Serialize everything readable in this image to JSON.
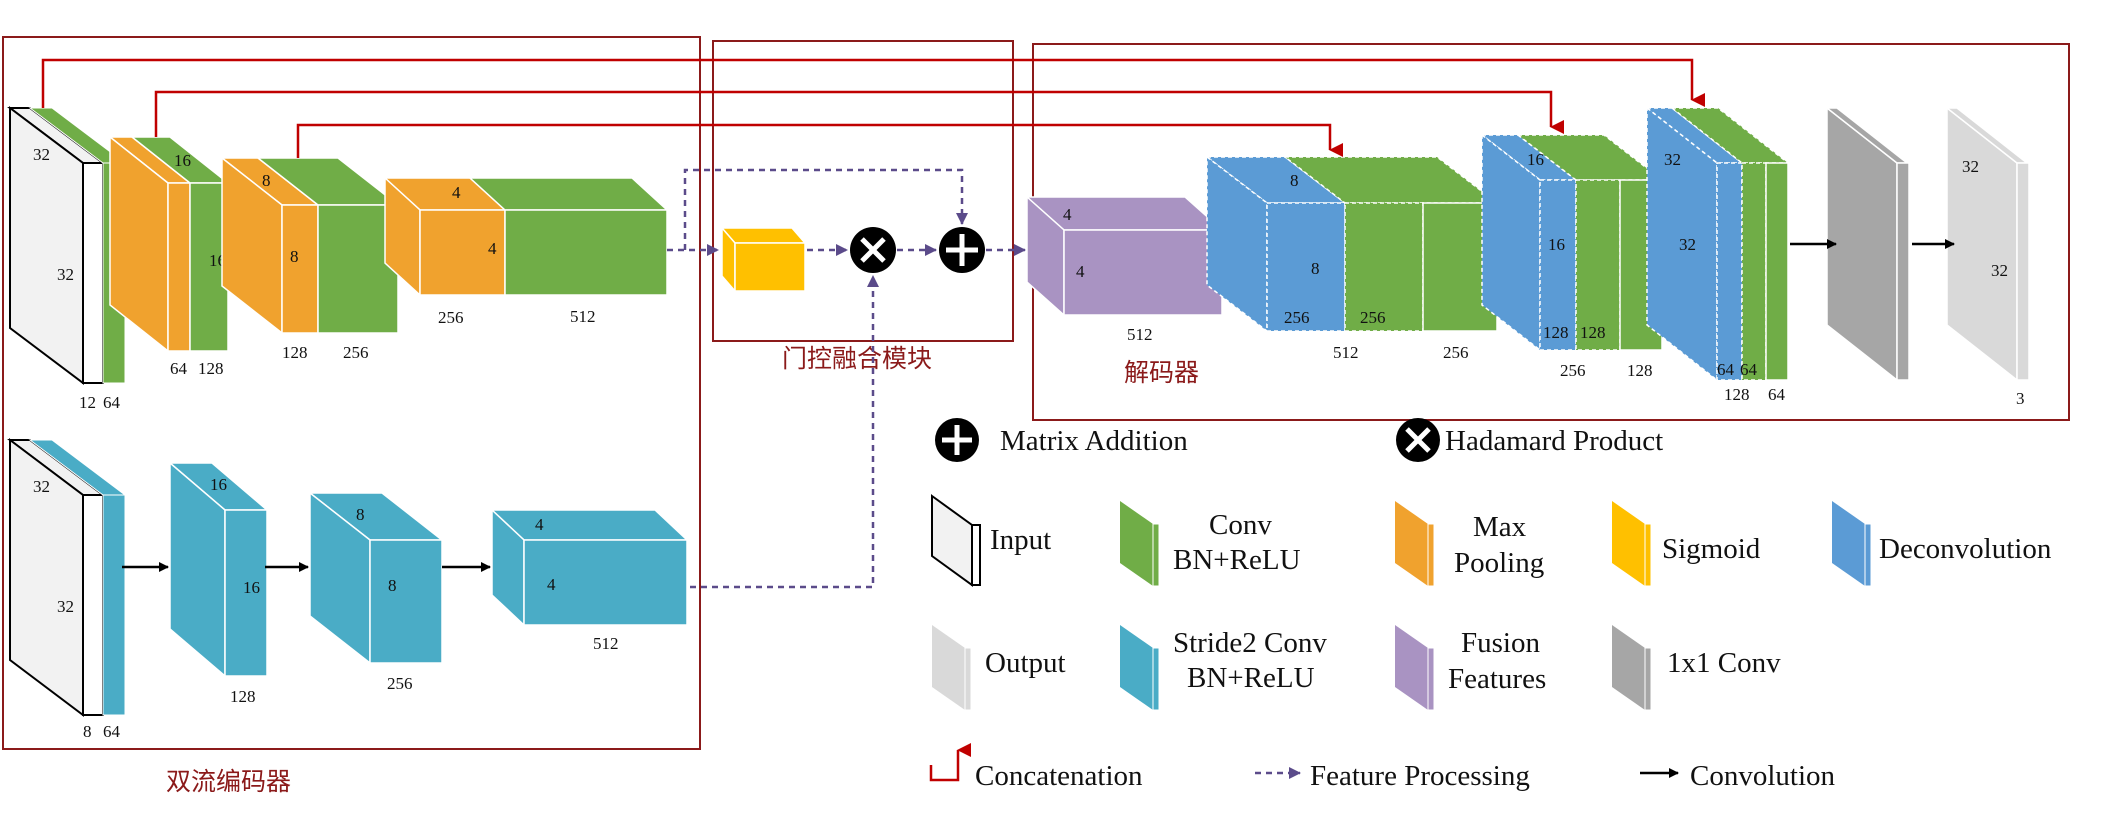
{
  "regions": {
    "encoder": "双流编码器",
    "gate": "门控融合模块",
    "decoder": "解码器"
  },
  "colors": {
    "input": "#f2f2f2",
    "conv_bn_relu": "#70ad47",
    "max_pooling": "#f0a22e",
    "sigmoid": "#ffc000",
    "deconvolution": "#5b9bd5",
    "output": "#d9d9d9",
    "stride2_conv": "#4aacc6",
    "fusion_features": "#a993c2",
    "conv1x1": "#a6a6a6",
    "frame": "#8b1a1a",
    "concat_arrow": "#c00000",
    "dashed_arrow": "#5b4b8a"
  },
  "top_stream": {
    "input": {
      "h": "32",
      "w": "32",
      "c": "12"
    },
    "conv1": {
      "c": "64"
    },
    "pool1": {
      "h": "16",
      "c": "64"
    },
    "conv2": {
      "w": "16",
      "c": "128"
    },
    "pool2": {
      "h": "8",
      "w": "8",
      "c": "128"
    },
    "conv3": {
      "c": "256"
    },
    "pool3": {
      "h": "4",
      "w": "4",
      "c": "256"
    },
    "conv4": {
      "c": "512"
    }
  },
  "bottom_stream": {
    "input": {
      "h": "32",
      "w": "32",
      "c": "8"
    },
    "conv1": {
      "c": "64"
    },
    "s2conv1": {
      "h": "16",
      "w": "16",
      "c": "128"
    },
    "s2conv2": {
      "h": "8",
      "w": "8",
      "c": "256"
    },
    "s2conv3": {
      "h": "4",
      "w": "4",
      "c": "512"
    }
  },
  "decoder": {
    "fusion": {
      "h": "4",
      "w": "4",
      "c": "512"
    },
    "block1": {
      "h": "8",
      "w": "8",
      "c1": "256",
      "c2": "256",
      "under1": "512",
      "under2": "256"
    },
    "block2": {
      "h": "16",
      "w": "16",
      "c1": "128",
      "c2": "128",
      "under1": "256",
      "under2": "128"
    },
    "block3": {
      "h": "32",
      "w": "32",
      "c1": "64",
      "c2": "64",
      "under1": "128",
      "under2": "64"
    },
    "output": {
      "h": "32",
      "w": "32",
      "c": "3"
    }
  },
  "legend": {
    "matrix_addition": "Matrix Addition",
    "hadamard": "Hadamard Product",
    "input": "Input",
    "conv_line1": "Conv",
    "conv_line2": "BN+ReLU",
    "maxpool_line1": "Max",
    "maxpool_line2": "Pooling",
    "sigmoid": "Sigmoid",
    "deconvolution": "Deconvolution",
    "output": "Output",
    "stride2_line1": "Stride2 Conv",
    "stride2_line2": "BN+ReLU",
    "fusion_line1": "Fusion",
    "fusion_line2": "Features",
    "conv1x1": "1x1 Conv",
    "concatenation": "Concatenation",
    "feature_processing": "Feature Processing",
    "convolution": "Convolution"
  }
}
